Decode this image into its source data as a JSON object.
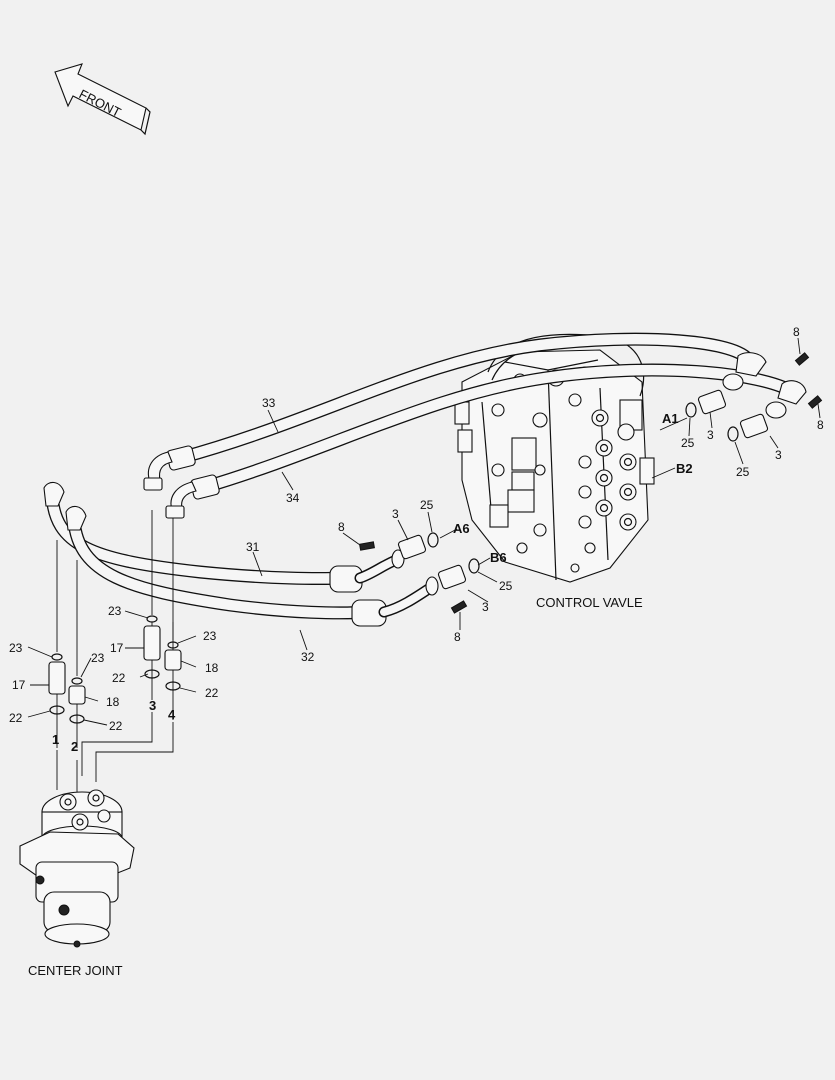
{
  "front_label": "FRONT",
  "captions": {
    "control_valve": "CONTROL VAVLE",
    "center_joint": "CENTER JOINT"
  },
  "ports": {
    "a1": "A1",
    "b2": "B2",
    "a6": "A6",
    "b6": "B6",
    "p1": "1",
    "p2": "2",
    "p3": "3",
    "p4": "4"
  },
  "callouts": {
    "c8a": "8",
    "c8b": "8",
    "c8c": "8",
    "c8d": "8",
    "c25a": "25",
    "c25b": "25",
    "c25c": "25",
    "c25d": "25",
    "c3a": "3",
    "c3b": "3",
    "c3c": "3",
    "c3d": "3",
    "c33": "33",
    "c34": "34",
    "c31": "31",
    "c32": "32",
    "c23a": "23",
    "c23b": "23",
    "c23c": "23",
    "c23d": "23",
    "c17a": "17",
    "c17b": "17",
    "c18a": "18",
    "c18b": "18",
    "c22a": "22",
    "c22b": "22",
    "c22c": "22",
    "c22d": "22"
  },
  "colors": {
    "background": "#f1f1f1",
    "line": "#111111"
  }
}
